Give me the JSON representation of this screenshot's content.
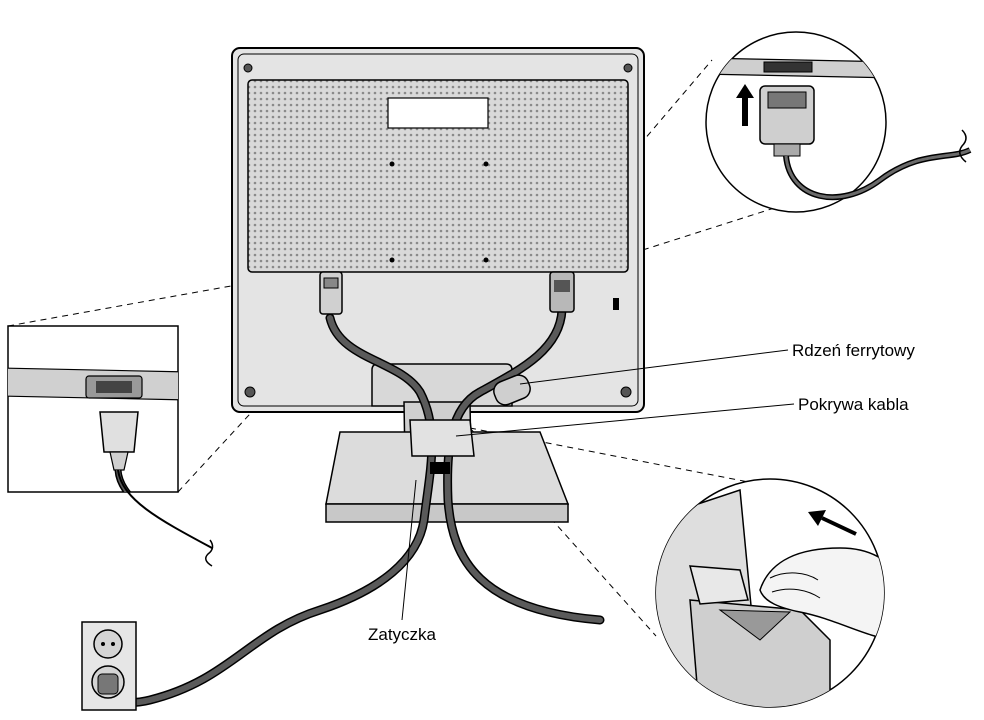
{
  "labels": {
    "ferrite_core": "Rdzeń ferrytowy",
    "cable_cover": "Pokrywa kabla",
    "plug": "Zatyczka"
  },
  "colors": {
    "line": "#000000",
    "panel": "#e6e6e6",
    "panel_dark": "#cfcfcf",
    "grille": "#bdbdbd",
    "cable": "#4d4d4d",
    "paper": "#ffffff"
  },
  "icons": {
    "monitor": "monitor-back-icon",
    "power_plug": "power-plug-icon",
    "signal_plug": "vga-plug-icon",
    "wall_socket": "wall-socket-icon",
    "hand": "hand-icon",
    "arrow": "arrow-icon"
  }
}
